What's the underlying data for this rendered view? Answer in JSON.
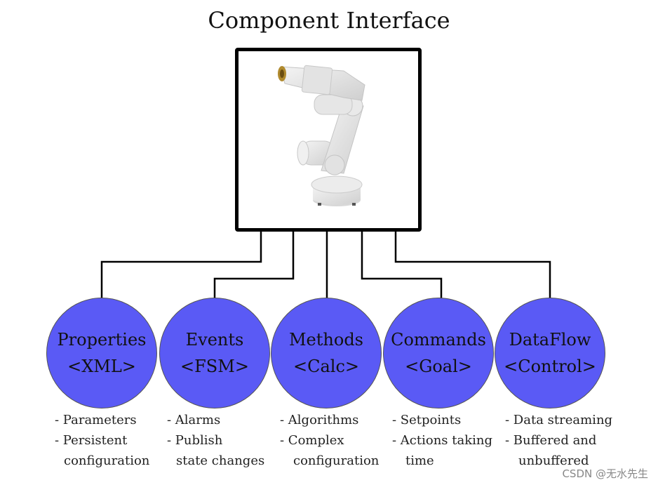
{
  "title": "Component Interface",
  "component_image": "industrial-robot-arm",
  "colors": {
    "node_fill": "#5a5af5",
    "line": "#000000",
    "background": "#ffffff"
  },
  "nodes": [
    {
      "name": "Properties",
      "tag": "<XML>",
      "description": [
        "- Parameters",
        "- Persistent",
        "configuration"
      ]
    },
    {
      "name": "Events",
      "tag": "<FSM>",
      "description": [
        "- Alarms",
        "- Publish",
        "state changes"
      ]
    },
    {
      "name": "Methods",
      "tag": "<Calc>",
      "description": [
        "- Algorithms",
        "- Complex",
        "configuration"
      ]
    },
    {
      "name": "Commands",
      "tag": "<Goal>",
      "description": [
        "- Setpoints",
        "- Actions taking",
        "time"
      ]
    },
    {
      "name": "DataFlow",
      "tag": "<Control>",
      "description": [
        "- Data streaming",
        "- Buffered and",
        "unbuffered"
      ]
    }
  ],
  "watermark": "CSDN @无水先生"
}
